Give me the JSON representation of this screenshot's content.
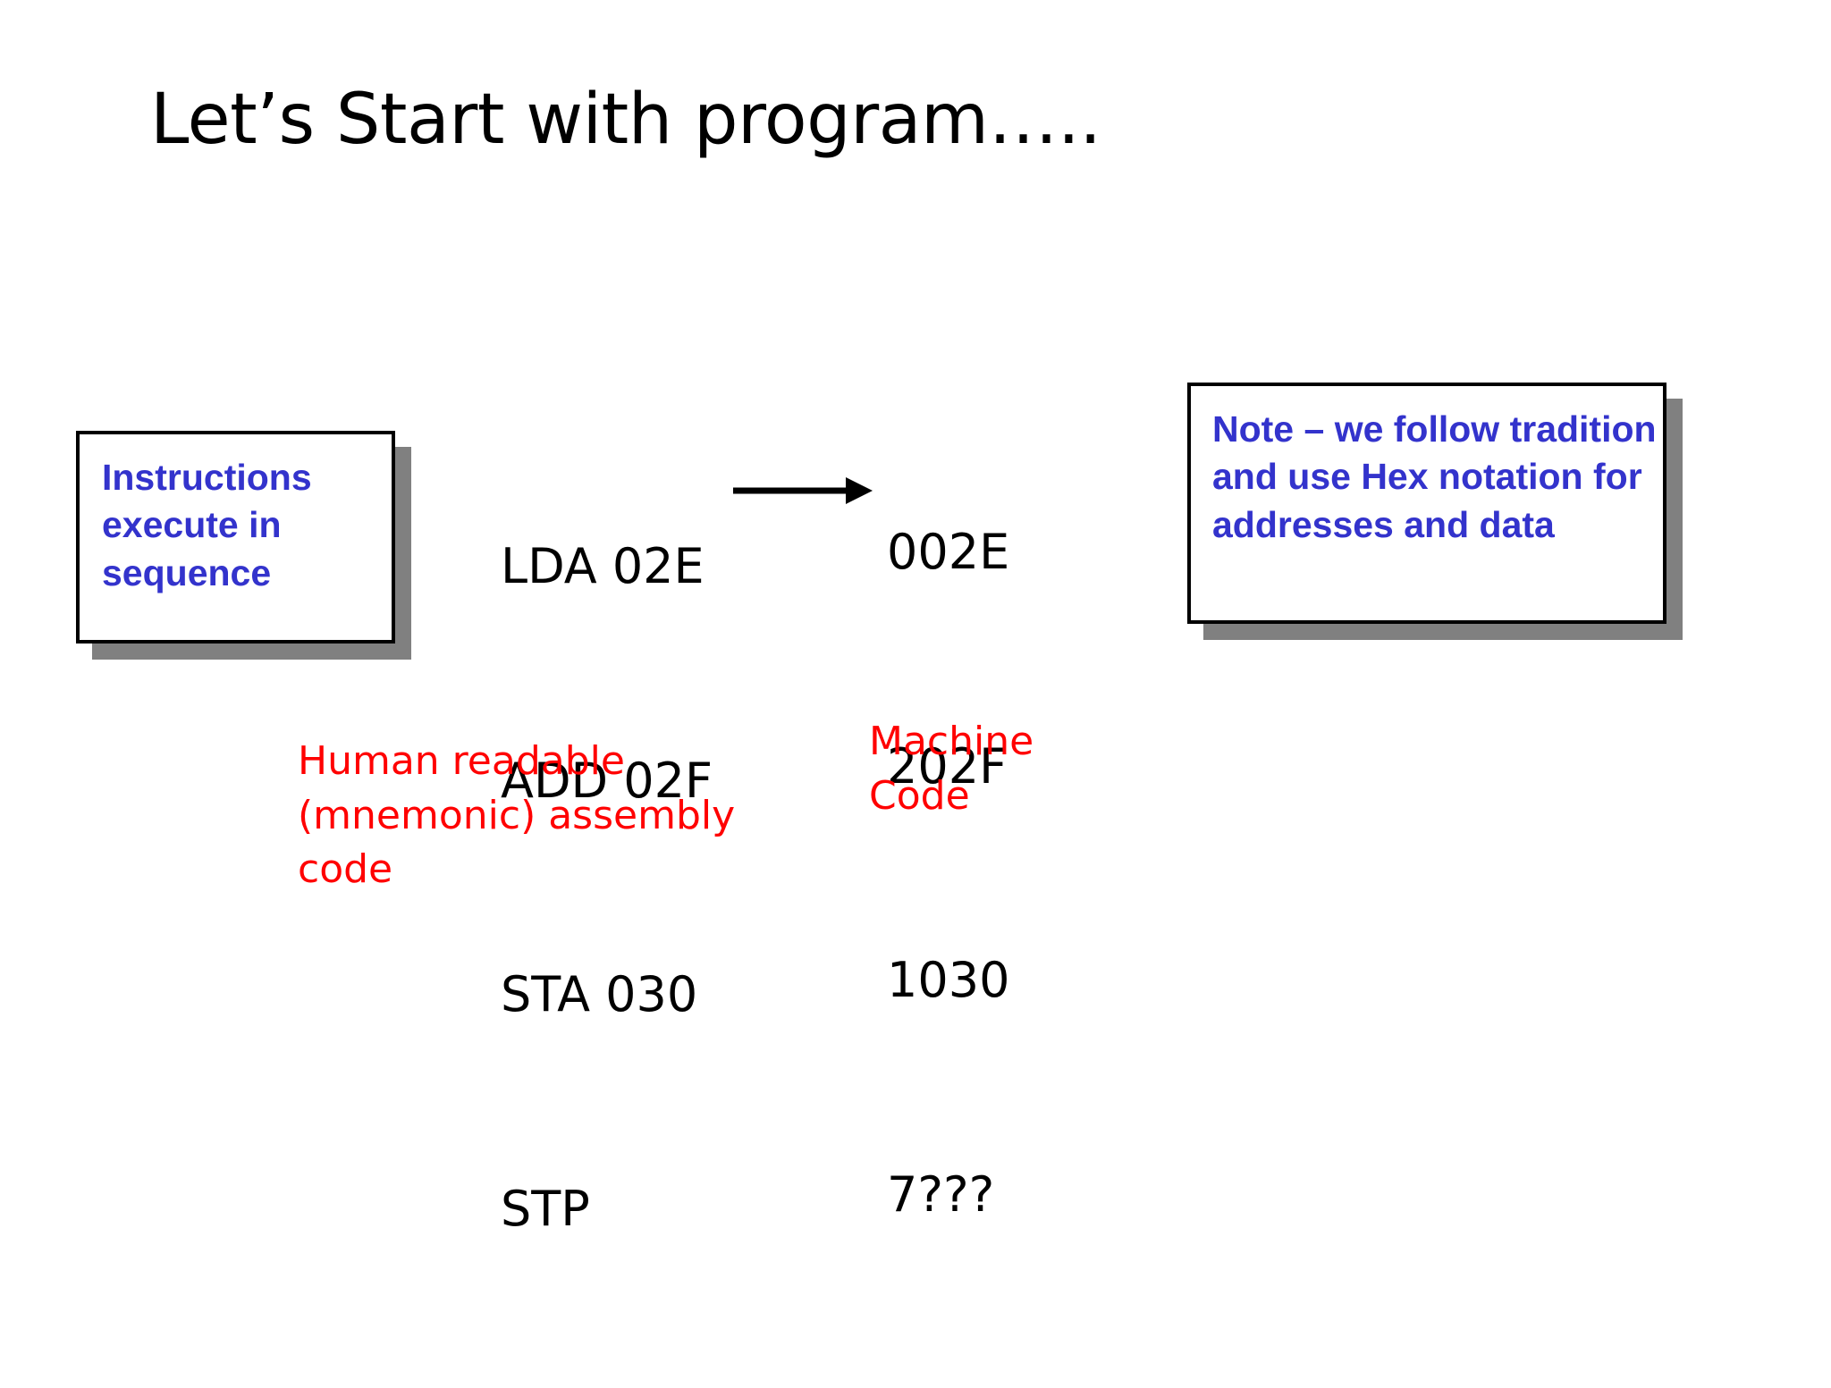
{
  "slide": {
    "title": "Let’s Start with program…..",
    "background_color": "#FFFFFF"
  },
  "colors": {
    "title_text": "#000000",
    "callout_text": "#3333CC",
    "caption_text": "#FF0000",
    "box_border": "#000000",
    "box_shadow": "#808080",
    "arrow": "#000000"
  },
  "callouts": {
    "instructions": {
      "text": "Instructions execute in sequence"
    },
    "note": {
      "text": "Note – we follow tradition and use Hex notation for addresses and data"
    }
  },
  "code": {
    "assembly": {
      "lines": [
        "LDA 02E",
        "ADD 02F",
        "STA 030",
        "STP"
      ],
      "caption": "Human readable (mnemonic) assembly code"
    },
    "machine": {
      "lines": [
        "002E",
        "202F",
        "1030",
        "7???"
      ],
      "caption": "Machine Code"
    }
  },
  "arrow": {
    "direction": "right",
    "meaning": "assembly-to-machine-code"
  }
}
